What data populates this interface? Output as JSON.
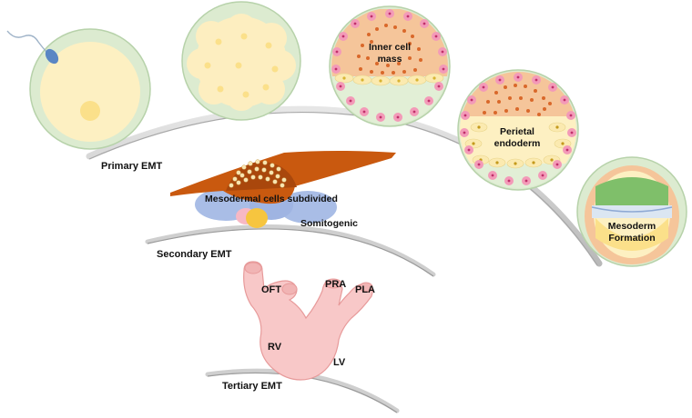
{
  "labels": {
    "primary_emt": "Primary EMT",
    "secondary_emt": "Secondary EMT",
    "tertiary_emt": "Tertiary EMT",
    "inner_cell_mass_line1": "Inner cell",
    "inner_cell_mass_line2": "mass",
    "perietal_endoderm_line1": "Perietal",
    "perietal_endoderm_line2": "endoderm",
    "mesoderm_formation_line1": "Mesoderm",
    "mesoderm_formation_line2": "Formation",
    "mesodermal_cells": "Mesodermal cells subdivided",
    "somitogenic": "Somitogenic",
    "oft": "OFT",
    "pra": "PRA",
    "pla": "PLA",
    "rv": "RV",
    "lv": "LV"
  },
  "colors": {
    "zona_green": "#dcebd0",
    "yolk_cream": "#fdf0c2",
    "nucleus_yellow": "#fbe08a",
    "trophoblast_pink": "#f39ab8",
    "icm_orange": "#f5c59a",
    "icm_dot": "#d9682a",
    "mesoderm_brown": "#c9590f",
    "somite_blue": "#a9bde6",
    "heart_pink": "#f8c8c8",
    "arc_gray": "#c9c9c9"
  }
}
